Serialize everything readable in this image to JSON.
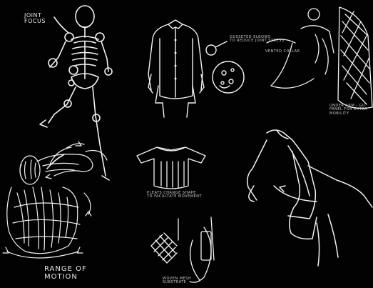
{
  "labels": {
    "joint_focus": "joint\nfocus",
    "range_of_motion": "range of\nmotion",
    "gusset_note": "gusseted elbows\nto reduce joint stress",
    "vented_collar": "vented collar",
    "underarm_note": "under arm - gu\npanel for extra\nmobility",
    "pleats_note": "pleats change shape\nto facilitate movement",
    "weave_note": "woven mesh\nsubstrate"
  },
  "colors": {
    "background": "#020202",
    "chalk": "#f2f2f2"
  }
}
